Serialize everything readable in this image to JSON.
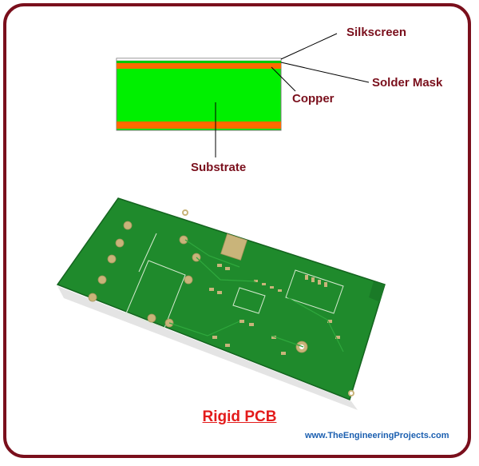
{
  "layers": {
    "silkscreen": "Silkscreen",
    "solder_mask": "Solder Mask",
    "copper": "Copper",
    "substrate": "Substrate"
  },
  "caption": "Rigid PCB",
  "website": "www.TheEngineeringProjects.com",
  "colors": {
    "frame": "#7a0f1c",
    "label": "#7a0f1c",
    "substrate": "#00f000",
    "copper": "#ff6a00",
    "solder_mask": "#00c800",
    "board": "#1f8a2c",
    "caption": "#e31b1b",
    "website": "#1b5fb0"
  }
}
